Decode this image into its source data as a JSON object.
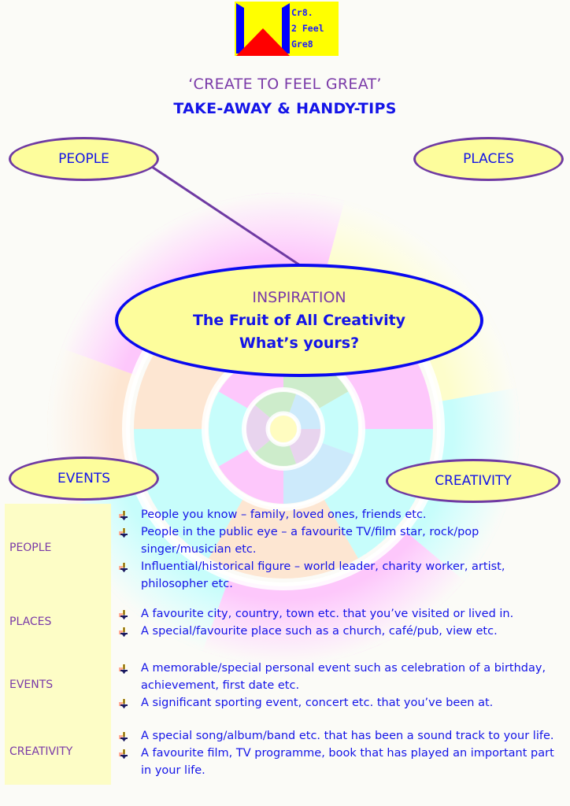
{
  "logo": {
    "lines": [
      "Cr8.",
      "2 Feel",
      "Gre8"
    ],
    "colors": {
      "background": "#ffff00",
      "bars": "#0000ff",
      "triangle": "#ff0000",
      "text": "#1a1aff"
    }
  },
  "header": {
    "title": "‘CREATE TO FEEL GREAT’",
    "subtitle": "TAKE-AWAY & HANDY-TIPS"
  },
  "bubbles": {
    "people": "PEOPLE",
    "places": "PLACES",
    "events": "EVENTS",
    "creativity": "CREATIVITY"
  },
  "center": {
    "heading": "INSPIRATION",
    "line1": "The Fruit of All Creativity",
    "line2": "What’s yours?"
  },
  "sections": [
    {
      "label": "PEOPLE",
      "items": [
        "People you know – family, loved ones, friends etc.",
        "People in the public eye – a favourite TV/film star, rock/pop singer/musician etc.",
        "Influential/historical figure – world leader, charity worker, artist, philosopher etc."
      ]
    },
    {
      "label": "PLACES",
      "items": [
        "A favourite city, country, town etc. that you’ve visited or lived in.",
        "A special/favourite place such as a church, café/pub, view etc."
      ]
    },
    {
      "label": "EVENTS",
      "items": [
        "A memorable/special personal event such as celebration of a birthday, achievement, first date etc.",
        "A significant sporting event, concert etc. that you’ve been at."
      ]
    },
    {
      "label": "CREATIVITY",
      "items": [
        "A special song/album/band etc. that has been a sound track to your life.",
        "A favourite film, TV programme, book that has played an important part in your life."
      ]
    }
  ],
  "icons": {
    "bullet": "arrow-down-bullet-icon"
  },
  "colors": {
    "bubble_fill": "#fdfd9c",
    "bubble_border": "#6f3aa3",
    "center_border": "#0a0af0",
    "heading_purple": "#7a3aa8",
    "text_blue": "#1414e8",
    "table_fill": "#fdfdc6",
    "wheel_palette": [
      "#ff9cff",
      "#ffffa8",
      "#9cffff",
      "#ffd6b5",
      "#a8e0a8",
      "#a8dcff",
      "#d8b5e8"
    ]
  }
}
